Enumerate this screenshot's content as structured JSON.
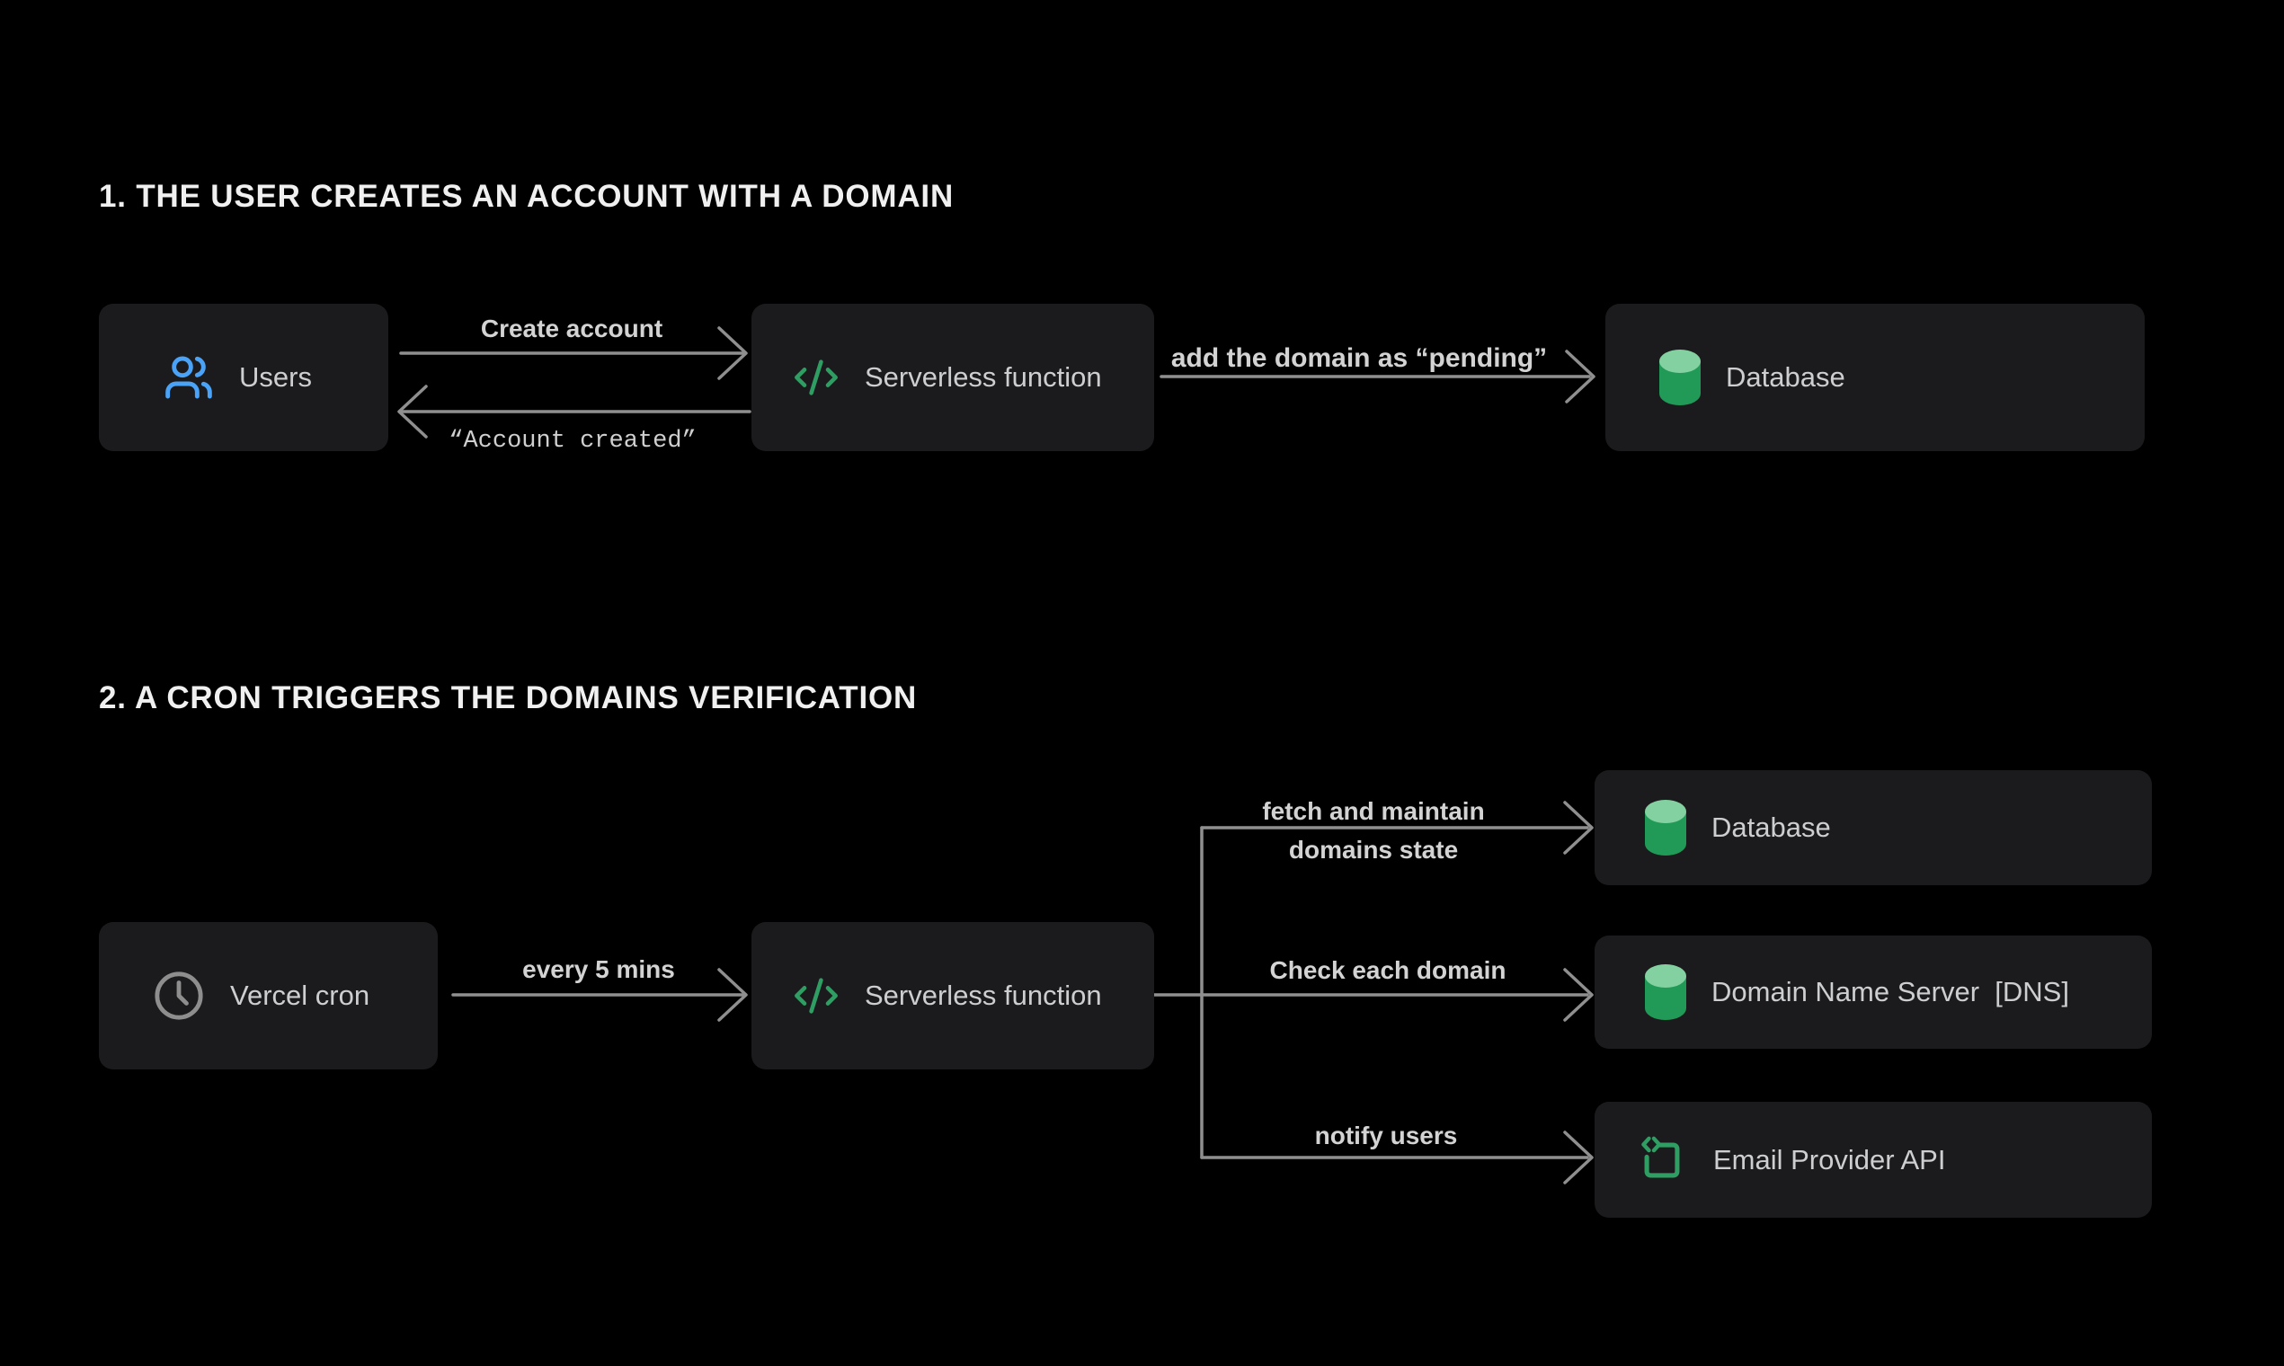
{
  "colors": {
    "background": "#000000",
    "node_background": "#1b1b1d",
    "connector_gray": "#8f8f8f",
    "label_gray": "#d3d3d3",
    "node_text": "#cdced0",
    "title_white": "#f0f0f0",
    "users_blue": "#4aa3f7",
    "code_green": "#2f9e63",
    "db_green": "#219a58",
    "db_green_light": "#83d1a0",
    "clock_gray": "#8e8e8e"
  },
  "section1": {
    "title": "1. THE USER CREATES AN ACCOUNT WITH A DOMAIN",
    "nodes": {
      "users": "Users",
      "serverless": "Serverless function",
      "database": "Database"
    },
    "labels": {
      "create_account": "Create account",
      "account_created": "“Account created”",
      "add_domain": "add the domain as “pending”"
    }
  },
  "section2": {
    "title": "2. A CRON TRIGGERS THE DOMAINS VERIFICATION",
    "nodes": {
      "vercel_cron": "Vercel cron",
      "serverless": "Serverless function",
      "database": "Database",
      "dns": "Domain Name Server  [DNS]",
      "email_api": "Email Provider API"
    },
    "labels": {
      "every_5_mins": "every 5 mins",
      "fetch_line1": "fetch and maintain",
      "fetch_line2": "domains state",
      "check_domain": "Check each domain",
      "notify_users": "notify users"
    }
  },
  "icons": {
    "users": "users-icon",
    "serverless": "code-icon",
    "database": "database-cylinder-icon",
    "vercel_cron": "clock-icon",
    "email_api": "email-api-icon"
  }
}
